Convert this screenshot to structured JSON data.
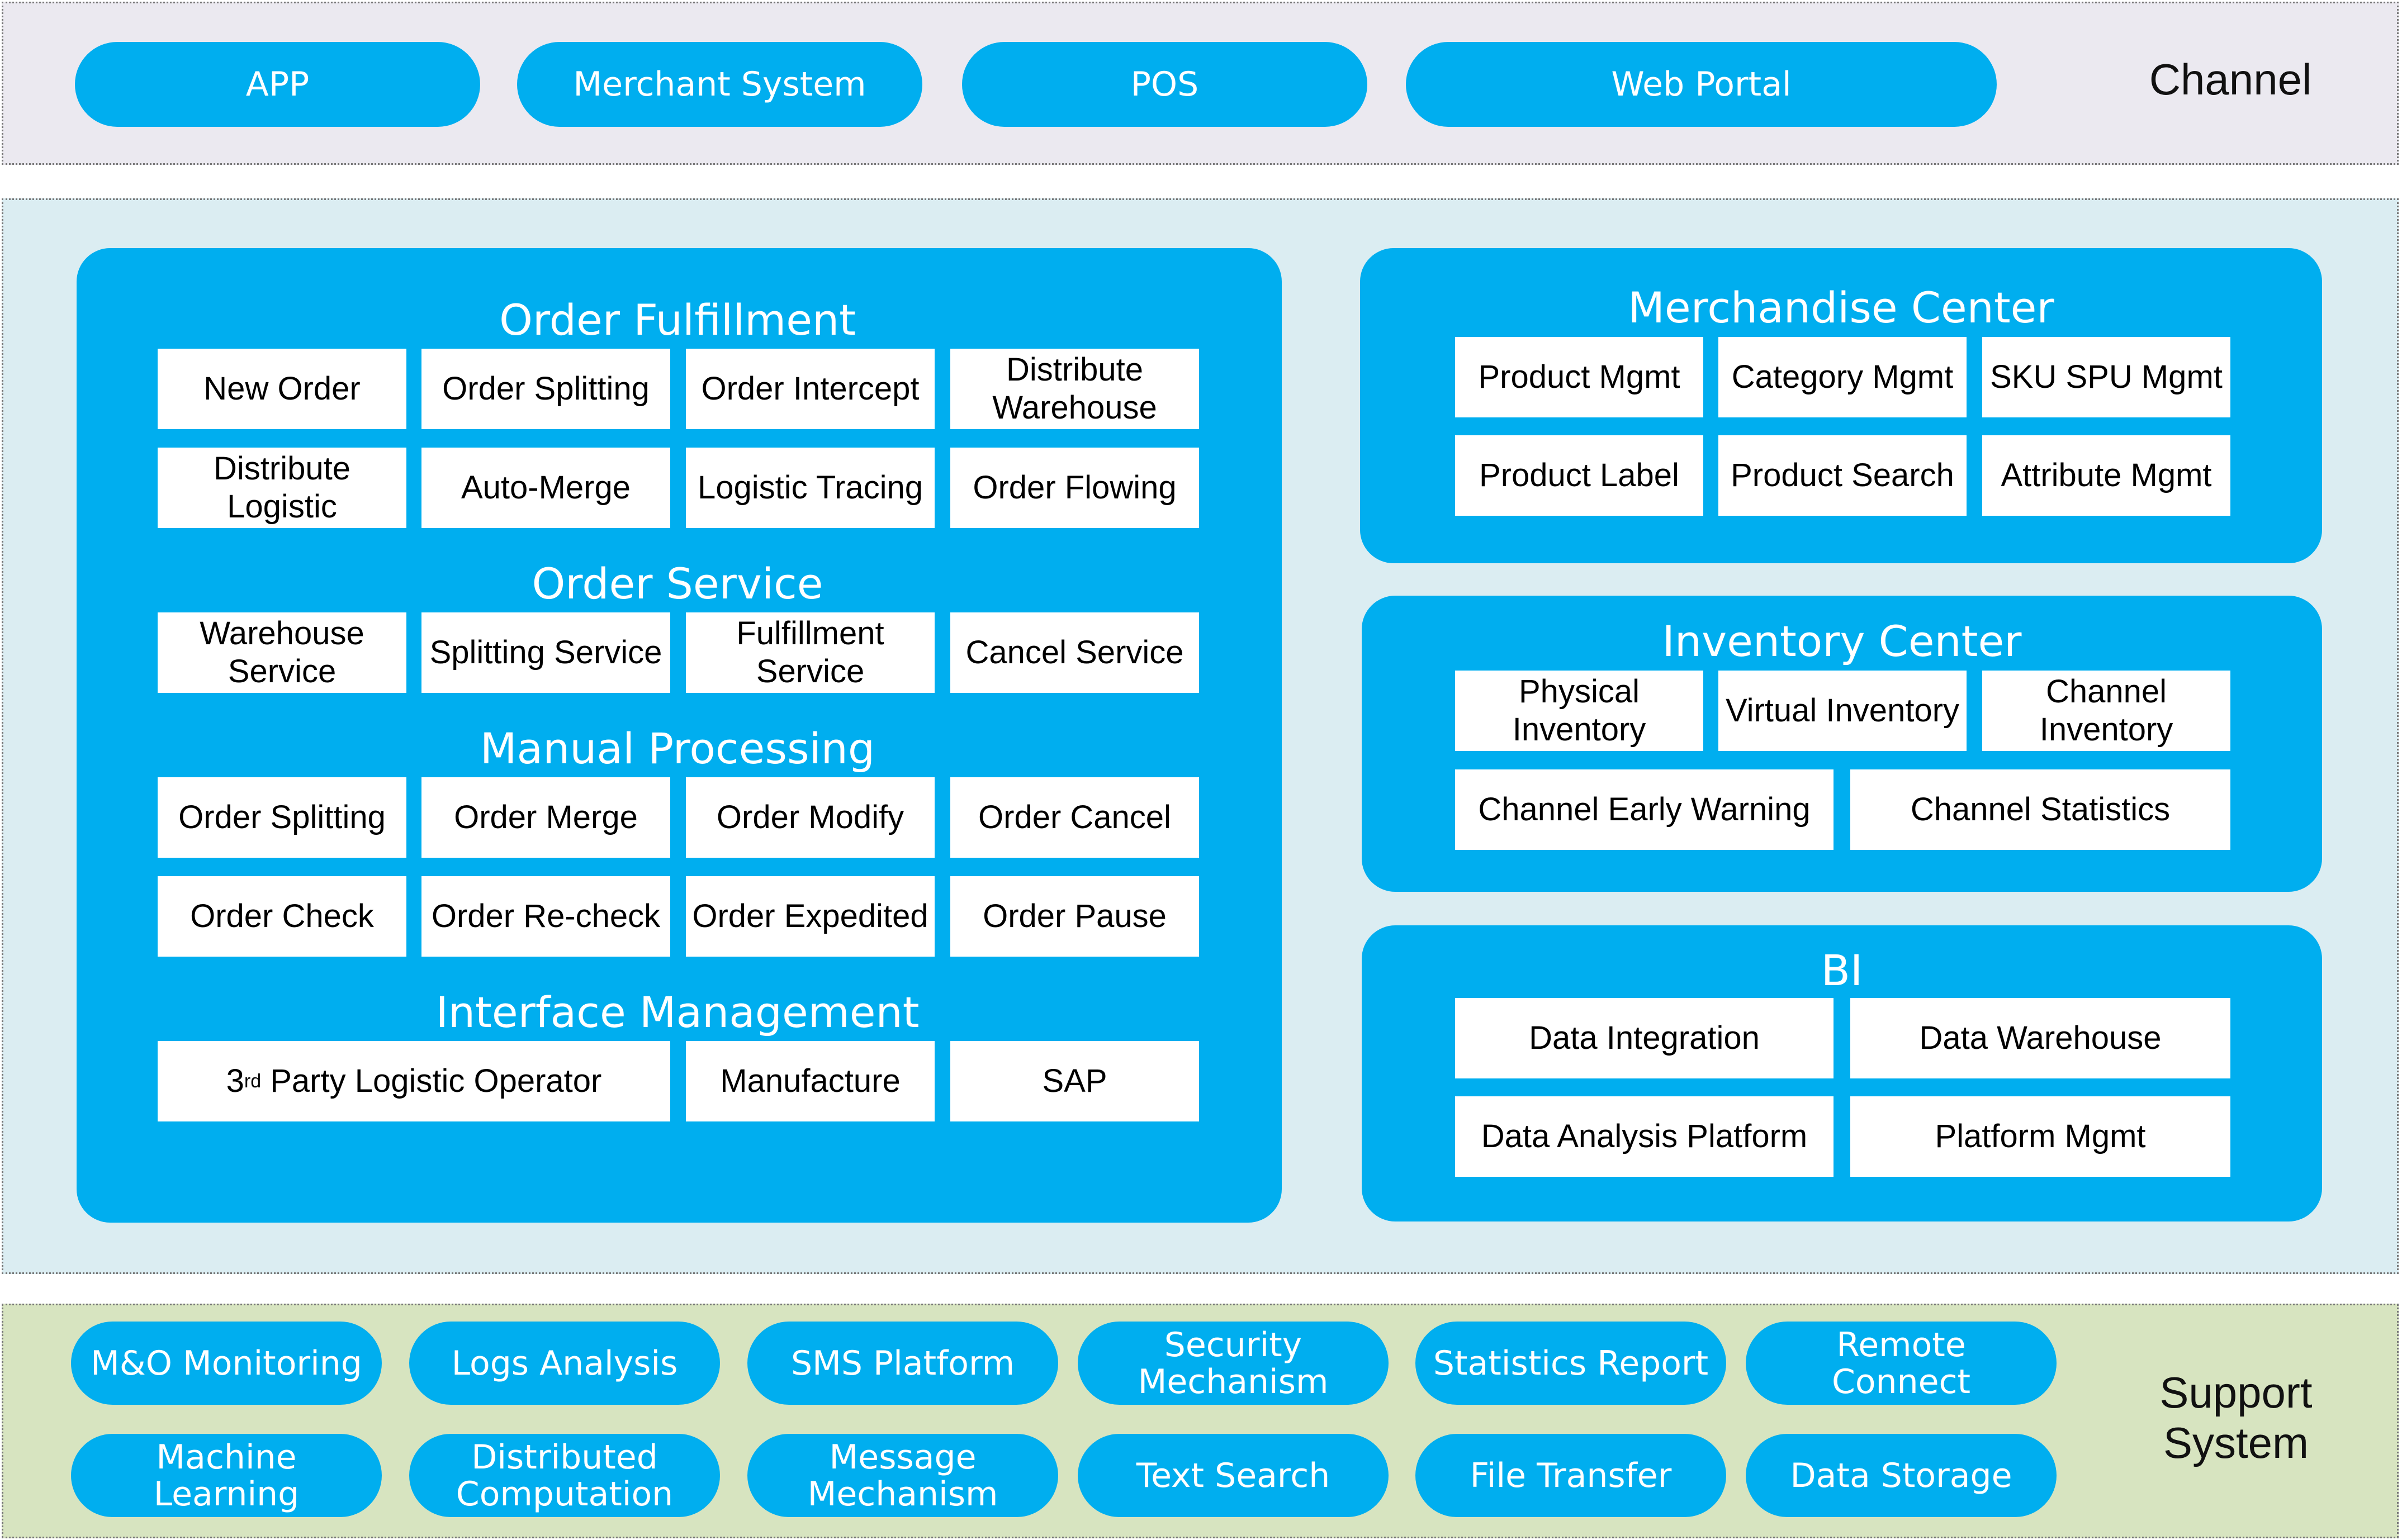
{
  "channel": {
    "label": "Channel",
    "items": [
      "APP",
      "Merchant System",
      "POS",
      "Web Portal"
    ]
  },
  "order": {
    "fulfillment_title": "Order Fulfillment",
    "fulfillment": [
      "New Order",
      "Order Splitting",
      "Order Intercept",
      "Distribute Warehouse",
      "Distribute Logistic",
      "Auto-Merge",
      "Logistic Tracing",
      "Order Flowing"
    ],
    "service_title": "Order Service",
    "service": [
      "Warehouse Service",
      "Splitting Service",
      "Fulfillment Service",
      "Cancel Service"
    ],
    "manual_title": "Manual Processing",
    "manual": [
      "Order Splitting",
      "Order Merge",
      "Order Modify",
      "Order Cancel",
      "Order Check",
      "Order Re-check",
      "Order Expedited",
      "Order Pause"
    ],
    "interface_title": "Interface Management",
    "interface": {
      "third_party_prefix": "3",
      "third_party_sup": "rd",
      "third_party_rest": " Party Logistic Operator",
      "manufacture": "Manufacture",
      "sap": "SAP"
    }
  },
  "merchandise": {
    "title": "Merchandise Center",
    "items": [
      "Product Mgmt",
      "Category Mgmt",
      "SKU SPU Mgmt",
      "Product Label",
      "Product Search",
      "Attribute Mgmt"
    ]
  },
  "inventory": {
    "title": "Inventory Center",
    "items": [
      "Physical Inventory",
      "Virtual Inventory",
      "Channel Inventory",
      "Channel Early Warning",
      "Channel Statistics"
    ]
  },
  "bi": {
    "title": "BI",
    "items": [
      "Data Integration",
      "Data Warehouse",
      "Data Analysis Platform",
      "Platform Mgmt"
    ]
  },
  "support": {
    "label_line1": "Support",
    "label_line2": "System",
    "items": [
      "M&O Monitoring",
      "Logs Analysis",
      "SMS Platform",
      "Security Mechanism",
      "Statistics Report",
      "Remote Connect",
      "Machine Learning",
      "Distributed Computation",
      "Message Mechanism",
      "Text Search",
      "File Transfer",
      "Data Storage"
    ]
  },
  "colors": {
    "accent_blue": "#00aeef",
    "channel_bg": "#ebe9f0",
    "core_bg": "#dbedf2",
    "support_bg": "#d7e4c0"
  }
}
